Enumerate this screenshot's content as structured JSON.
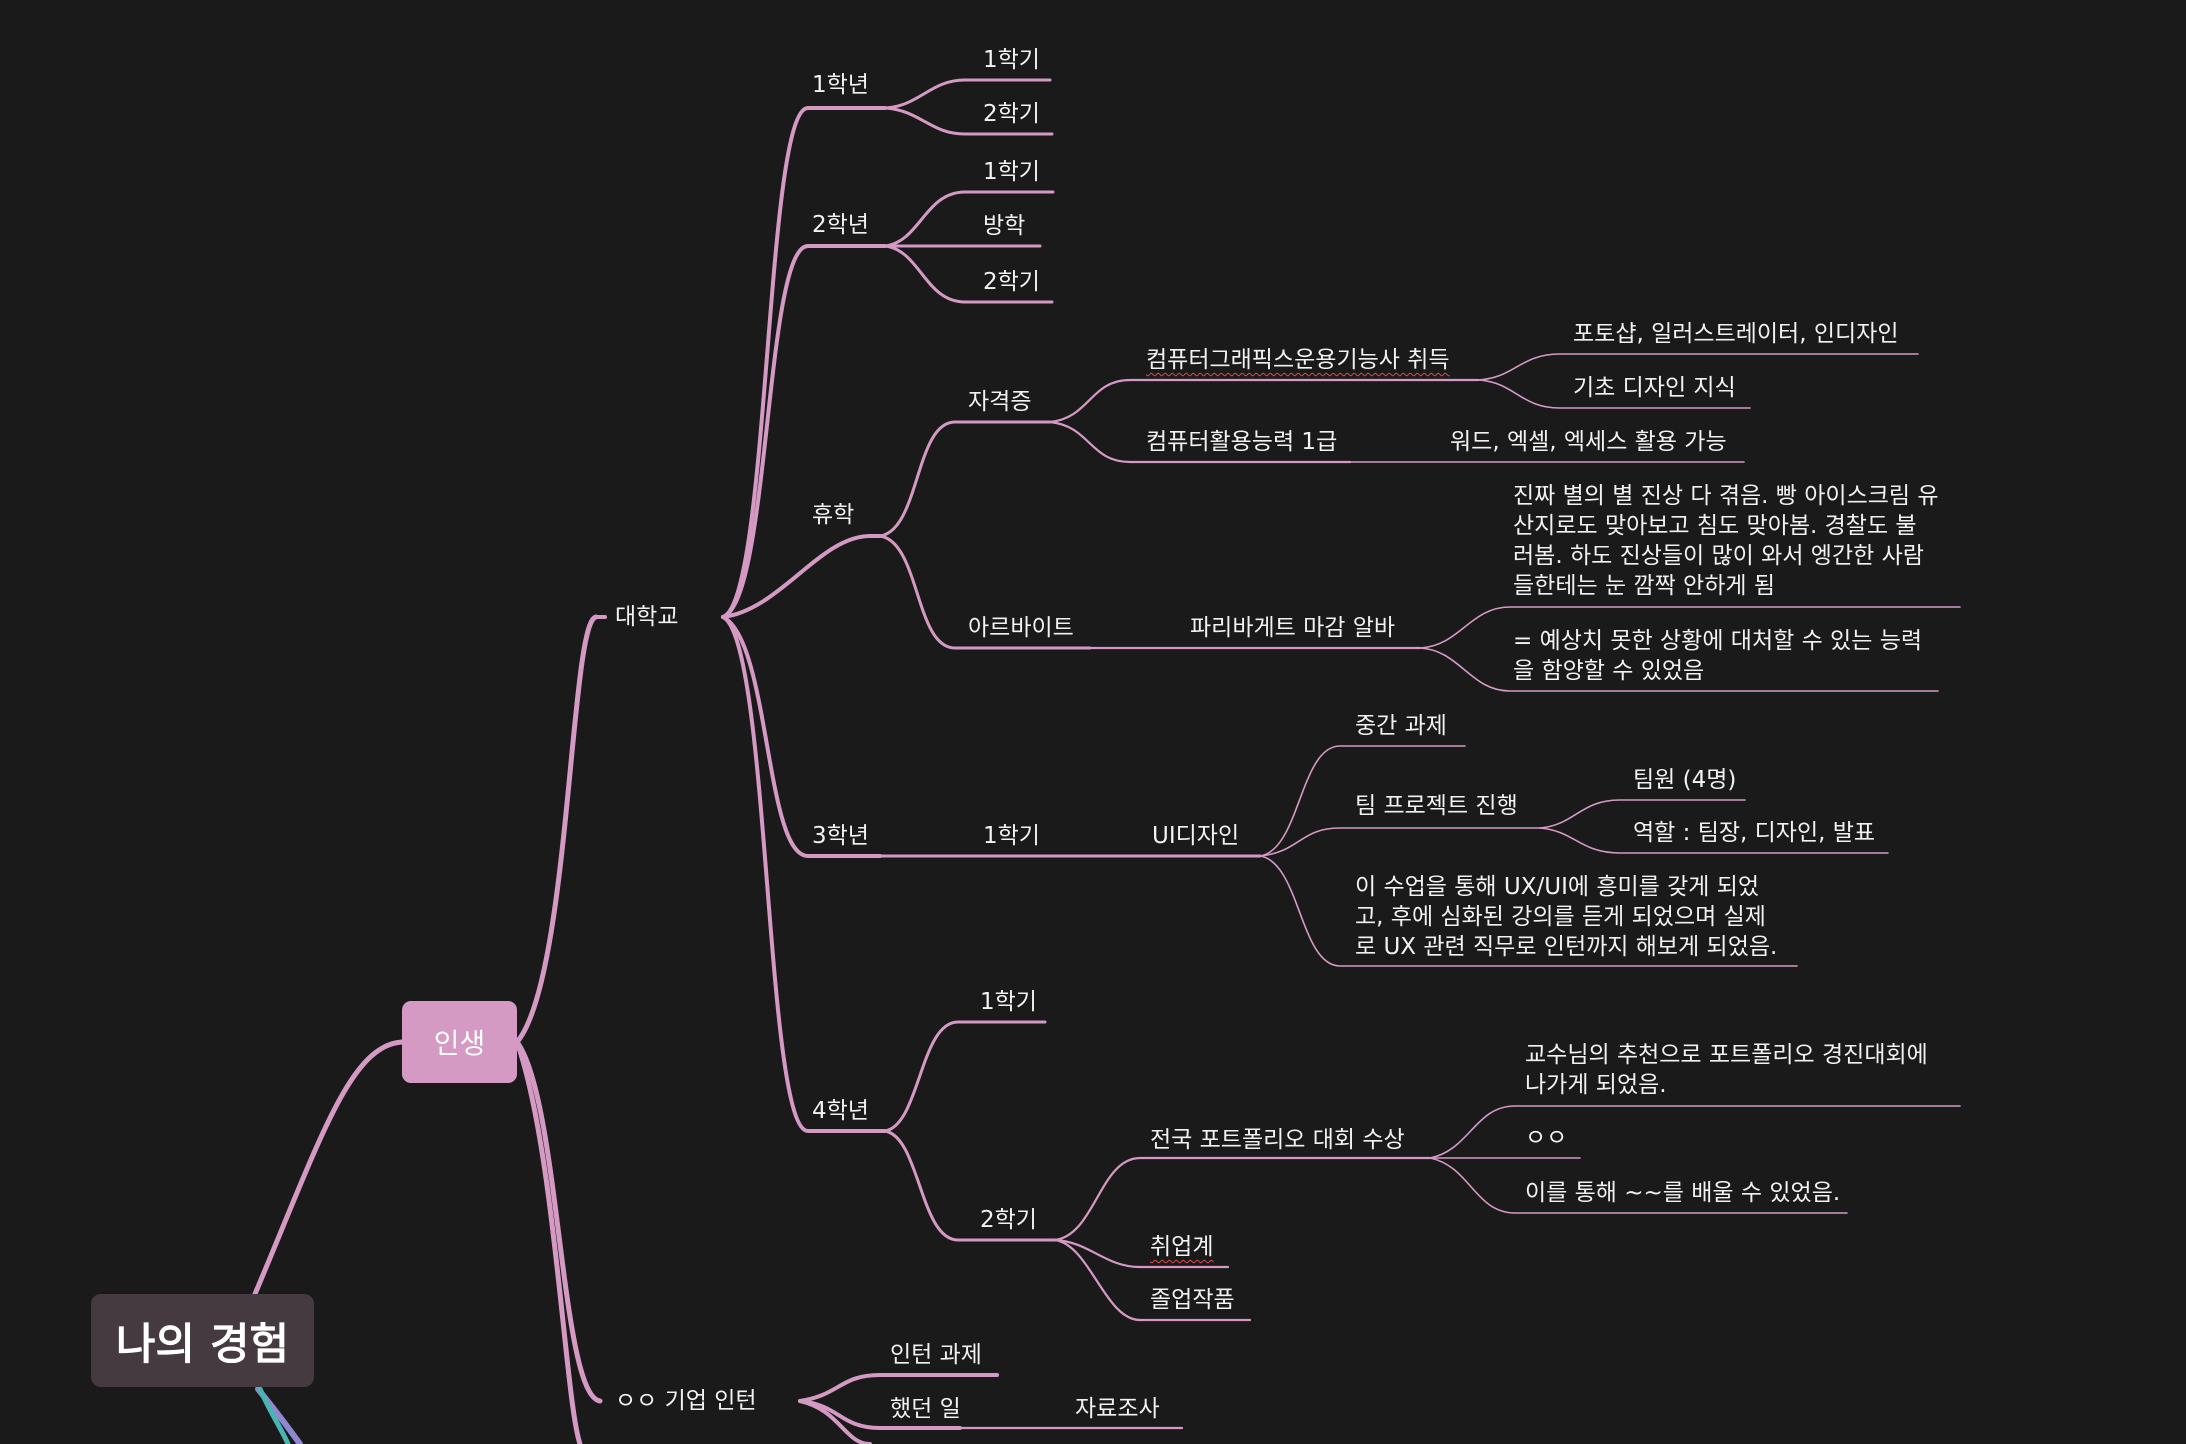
{
  "root": "나의 경험",
  "main": "인생",
  "branch_color": "#d59ac4",
  "nodes": {
    "daehakgyo": "대학교",
    "y1": "1학년",
    "y1_s1": "1학기",
    "y1_s2": "2학기",
    "y2": "2학년",
    "y2_s1": "1학기",
    "y2_vac": "방학",
    "y2_s2": "2학기",
    "hyuhak": "휴학",
    "cert": "자격증",
    "cert_cg": "컴퓨터그래픽스운용기능사 취득",
    "cert_cg_1": "포토샵, 일러스트레이터, 인디자인",
    "cert_cg_2": "기초 디자인 지식",
    "cert_ca": "컴퓨터활용능력 1급",
    "cert_ca_1": "워드, 엑셀, 엑세스 활용 가능",
    "arbeit": "아르바이트",
    "arbeit_pb": "파리바게트 마감 알바",
    "arbeit_note1": [
      "진짜 별의 별 진상 다 겪음. 빵 아이스크림 유",
      "산지로도 맞아보고 침도 맞아봄. 경찰도 불",
      "러봄. 하도 진상들이 많이 와서 엥간한 사람",
      "들한테는 눈 깜짝 안하게 됨"
    ],
    "arbeit_note2": [
      "= 예상치 못한 상황에 대처할 수 있는 능력",
      "을 함양할 수 있었음"
    ],
    "y3": "3학년",
    "y3_s1": "1학기",
    "uidesign": "UI디자인",
    "ui_mid": "중간 과제",
    "ui_team": "팀 프로젝트 진행",
    "ui_team_members": "팀원 (4명)",
    "ui_team_roles": "역할 : 팀장, 디자인, 발표",
    "ui_note": [
      "이 수업을 통해 UX/UI에 흥미를 갖게 되었",
      "고, 후에 심화된 강의를 듣게 되었으며 실제",
      "로 UX 관련 직무로 인턴까지 해보게 되었음."
    ],
    "y4": "4학년",
    "y4_s1": "1학기",
    "y4_s2": "2학기",
    "award": "전국 포트폴리오 대회 수상",
    "award_note1": [
      "교수님의 추천으로 포트폴리오 경진대회에",
      "나가게 되었음."
    ],
    "award_note2": "ㅇㅇ",
    "award_note3": "이를 통해 ~~를 배울 수 있었음.",
    "jobprep": "취업계",
    "graduation": "졸업작품",
    "intern": "ㅇㅇ 기업 인턴",
    "intern_task": "인턴 과제",
    "intern_did": "했던 일",
    "intern_research": "자료조사"
  }
}
